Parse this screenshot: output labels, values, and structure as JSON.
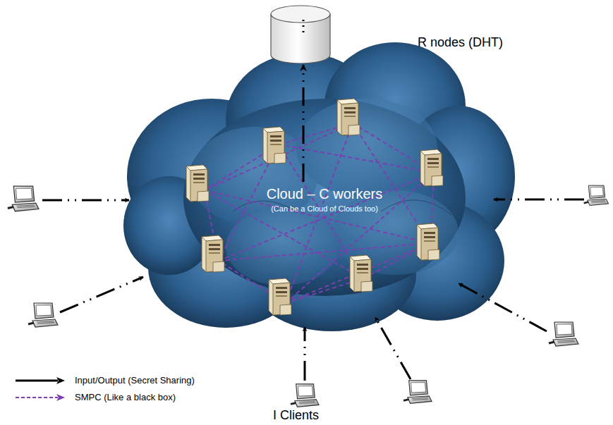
{
  "diagram": {
    "nodes": [
      {
        "text": [
          "Cloud – C workers",
          "(Can be a Cloud of Clouds too)"
        ]
      },
      {
        "text": [
          "R nodes (DHT)"
        ]
      }
    ],
    "edges": [
      {
        "from": 0,
        "to": 1,
        "arrow": "to"
      }
    ],
    "labels": [
      "I Clients"
    ],
    "legend": [
      {
        "text": "Input/Output (Secret Sharing)"
      },
      {
        "text": "SMPC (Like a black box)"
      }
    ]
  }
}
